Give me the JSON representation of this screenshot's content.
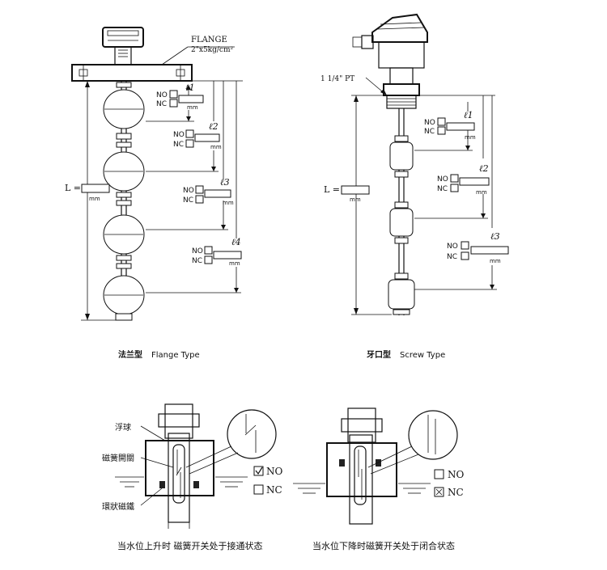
{
  "flange": {
    "callout_line1": "FLANGE",
    "callout_line2": "2\"x5kg/cm²",
    "length_label": "L =",
    "length_unit": "mm",
    "switches": [
      {
        "no": "NO",
        "nc": "NC",
        "dim": "ℓ1",
        "unit": "mm"
      },
      {
        "no": "NO",
        "nc": "NC",
        "dim": "ℓ2",
        "unit": "mm"
      },
      {
        "no": "NO",
        "nc": "NC",
        "dim": "ℓ3",
        "unit": "mm"
      },
      {
        "no": "NO",
        "nc": "NC",
        "dim": "ℓ4",
        "unit": "mm"
      }
    ],
    "caption_cn": "法兰型",
    "caption_en": "Flange Type"
  },
  "screw": {
    "thread_label": "1 1/4\" PT",
    "length_label": "L =",
    "length_unit": "mm",
    "switches": [
      {
        "no": "NO",
        "nc": "NC",
        "dim": "ℓ1",
        "unit": "mm"
      },
      {
        "no": "NO",
        "nc": "NC",
        "dim": "ℓ2",
        "unit": "mm"
      },
      {
        "no": "NO",
        "nc": "NC",
        "dim": "ℓ3",
        "unit": "mm"
      }
    ],
    "caption_cn": "牙口型",
    "caption_en": "Screw Type"
  },
  "operation": {
    "labels": {
      "float": "浮球",
      "reed": "磁簧開關",
      "magnet": "環狀磁鐵"
    },
    "left": {
      "no": "NO",
      "nc": "NC",
      "caption": "当水位上升时 磁簧开关处于接通状态"
    },
    "right": {
      "no": "NO",
      "nc": "NC",
      "caption": "当水位下降时磁簧开关处于闭合状态"
    }
  }
}
